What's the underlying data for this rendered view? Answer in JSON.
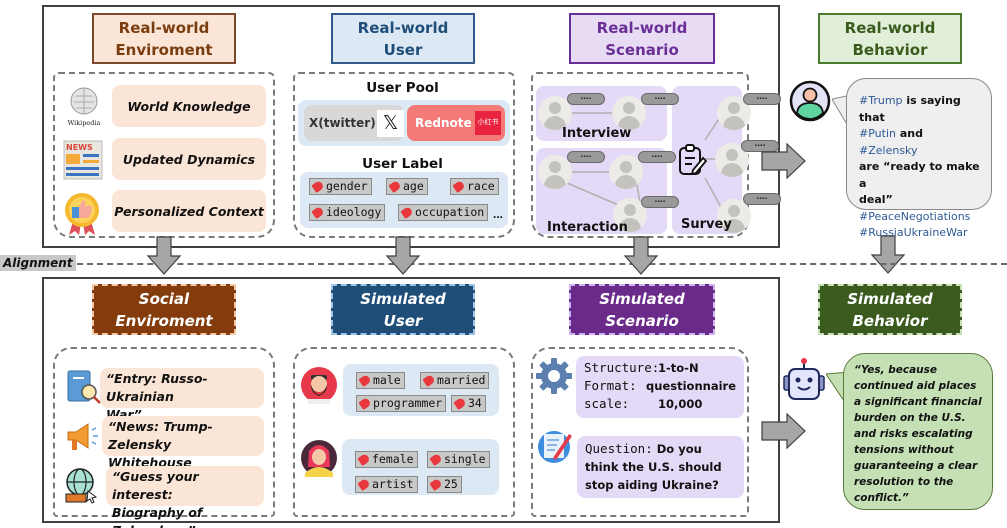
{
  "alignment_label": "Alignment",
  "top": {
    "environment": {
      "title": "Real-world\nEnviroment",
      "items": [
        {
          "icon": "wikipedia-icon",
          "icon_caption": "Wikipedia",
          "label": "World Knowledge"
        },
        {
          "icon": "newspaper-icon",
          "icon_caption": "NEWS",
          "label": "Updated Dynamics"
        },
        {
          "icon": "badge-thumbs-up-icon",
          "label": "Personalized Context"
        }
      ]
    },
    "user": {
      "title": "Real-world\nUser",
      "pool_heading": "User Pool",
      "platforms": [
        {
          "label": "X(twitter)",
          "logo": "𝕏"
        },
        {
          "label": "Rednote",
          "logo": "小红书"
        }
      ],
      "label_heading": "User Label",
      "labels": [
        "gender",
        "age",
        "race",
        "ideology",
        "occupation"
      ],
      "more": "..."
    },
    "scenario": {
      "title": "Real-world\nScenario",
      "bubble_text": "....",
      "groups": [
        "Interview",
        "Interaction",
        "Survey"
      ]
    },
    "behavior": {
      "title": "Real-world\nBehavior",
      "post_lines": [
        [
          {
            "t": "#Trump",
            "tag": true
          },
          {
            "t": " is saying that",
            "tag": false
          }
        ],
        [
          {
            "t": "#Putin",
            "tag": true
          },
          {
            "t": " and ",
            "tag": false
          },
          {
            "t": "#Zelensky",
            "tag": true
          }
        ],
        [
          {
            "t": "are “ready to make a",
            "tag": false
          }
        ],
        [
          {
            "t": "deal”",
            "tag": false
          }
        ],
        [
          {
            "t": "#PeaceNegotiations",
            "tag": true
          }
        ],
        [
          {
            "t": "#RussiaUkraineWar",
            "tag": true
          }
        ]
      ]
    }
  },
  "bottom": {
    "environment": {
      "title": "Social\nEnviroment",
      "items": [
        {
          "icon": "book-search-icon",
          "text": "“Entry: Russo-Ukrainian\nWar”"
        },
        {
          "icon": "megaphone-icon",
          "text": "“News: Trump-Zelensky\nWhitehouse Meeting”"
        },
        {
          "icon": "globe-www-icon",
          "text": "“Guess your interest:\nBiography of Zelensky…”"
        }
      ]
    },
    "user": {
      "title": "Simulated\nUser",
      "personas": [
        {
          "avatar": "bearded-man-avatar",
          "tags": [
            "male",
            "married",
            "programmer",
            "34"
          ]
        },
        {
          "avatar": "woman-avatar",
          "tags": [
            "female",
            "single",
            "artist",
            "25"
          ]
        }
      ]
    },
    "scenario": {
      "title": "Simulated\nScenario",
      "config": [
        {
          "key": "Structure:",
          "value": "1-to-N"
        },
        {
          "key": "Format:",
          "value": "questionnaire"
        },
        {
          "key": "scale:",
          "value": "10,000"
        }
      ],
      "question_key": "Question:",
      "question_text": "Do you",
      "question_rest": "think the U.S. should\nstop aiding Ukraine?"
    },
    "behavior": {
      "title": "Simulated\nBehavior",
      "response": "“Yes, because\ncontinued aid places\na significant financial\nburden on the U.S.\nand risks escalating\ntensions without\nguaranteeing a clear\nresolution to the\nconflict.”"
    }
  },
  "colors": {
    "hashtag": "#2e5a96",
    "env_brown": "#843c0c",
    "user_blue": "#1f4e79",
    "scenario_purple": "#6a2a8a",
    "behavior_green": "#3a5a1e"
  }
}
